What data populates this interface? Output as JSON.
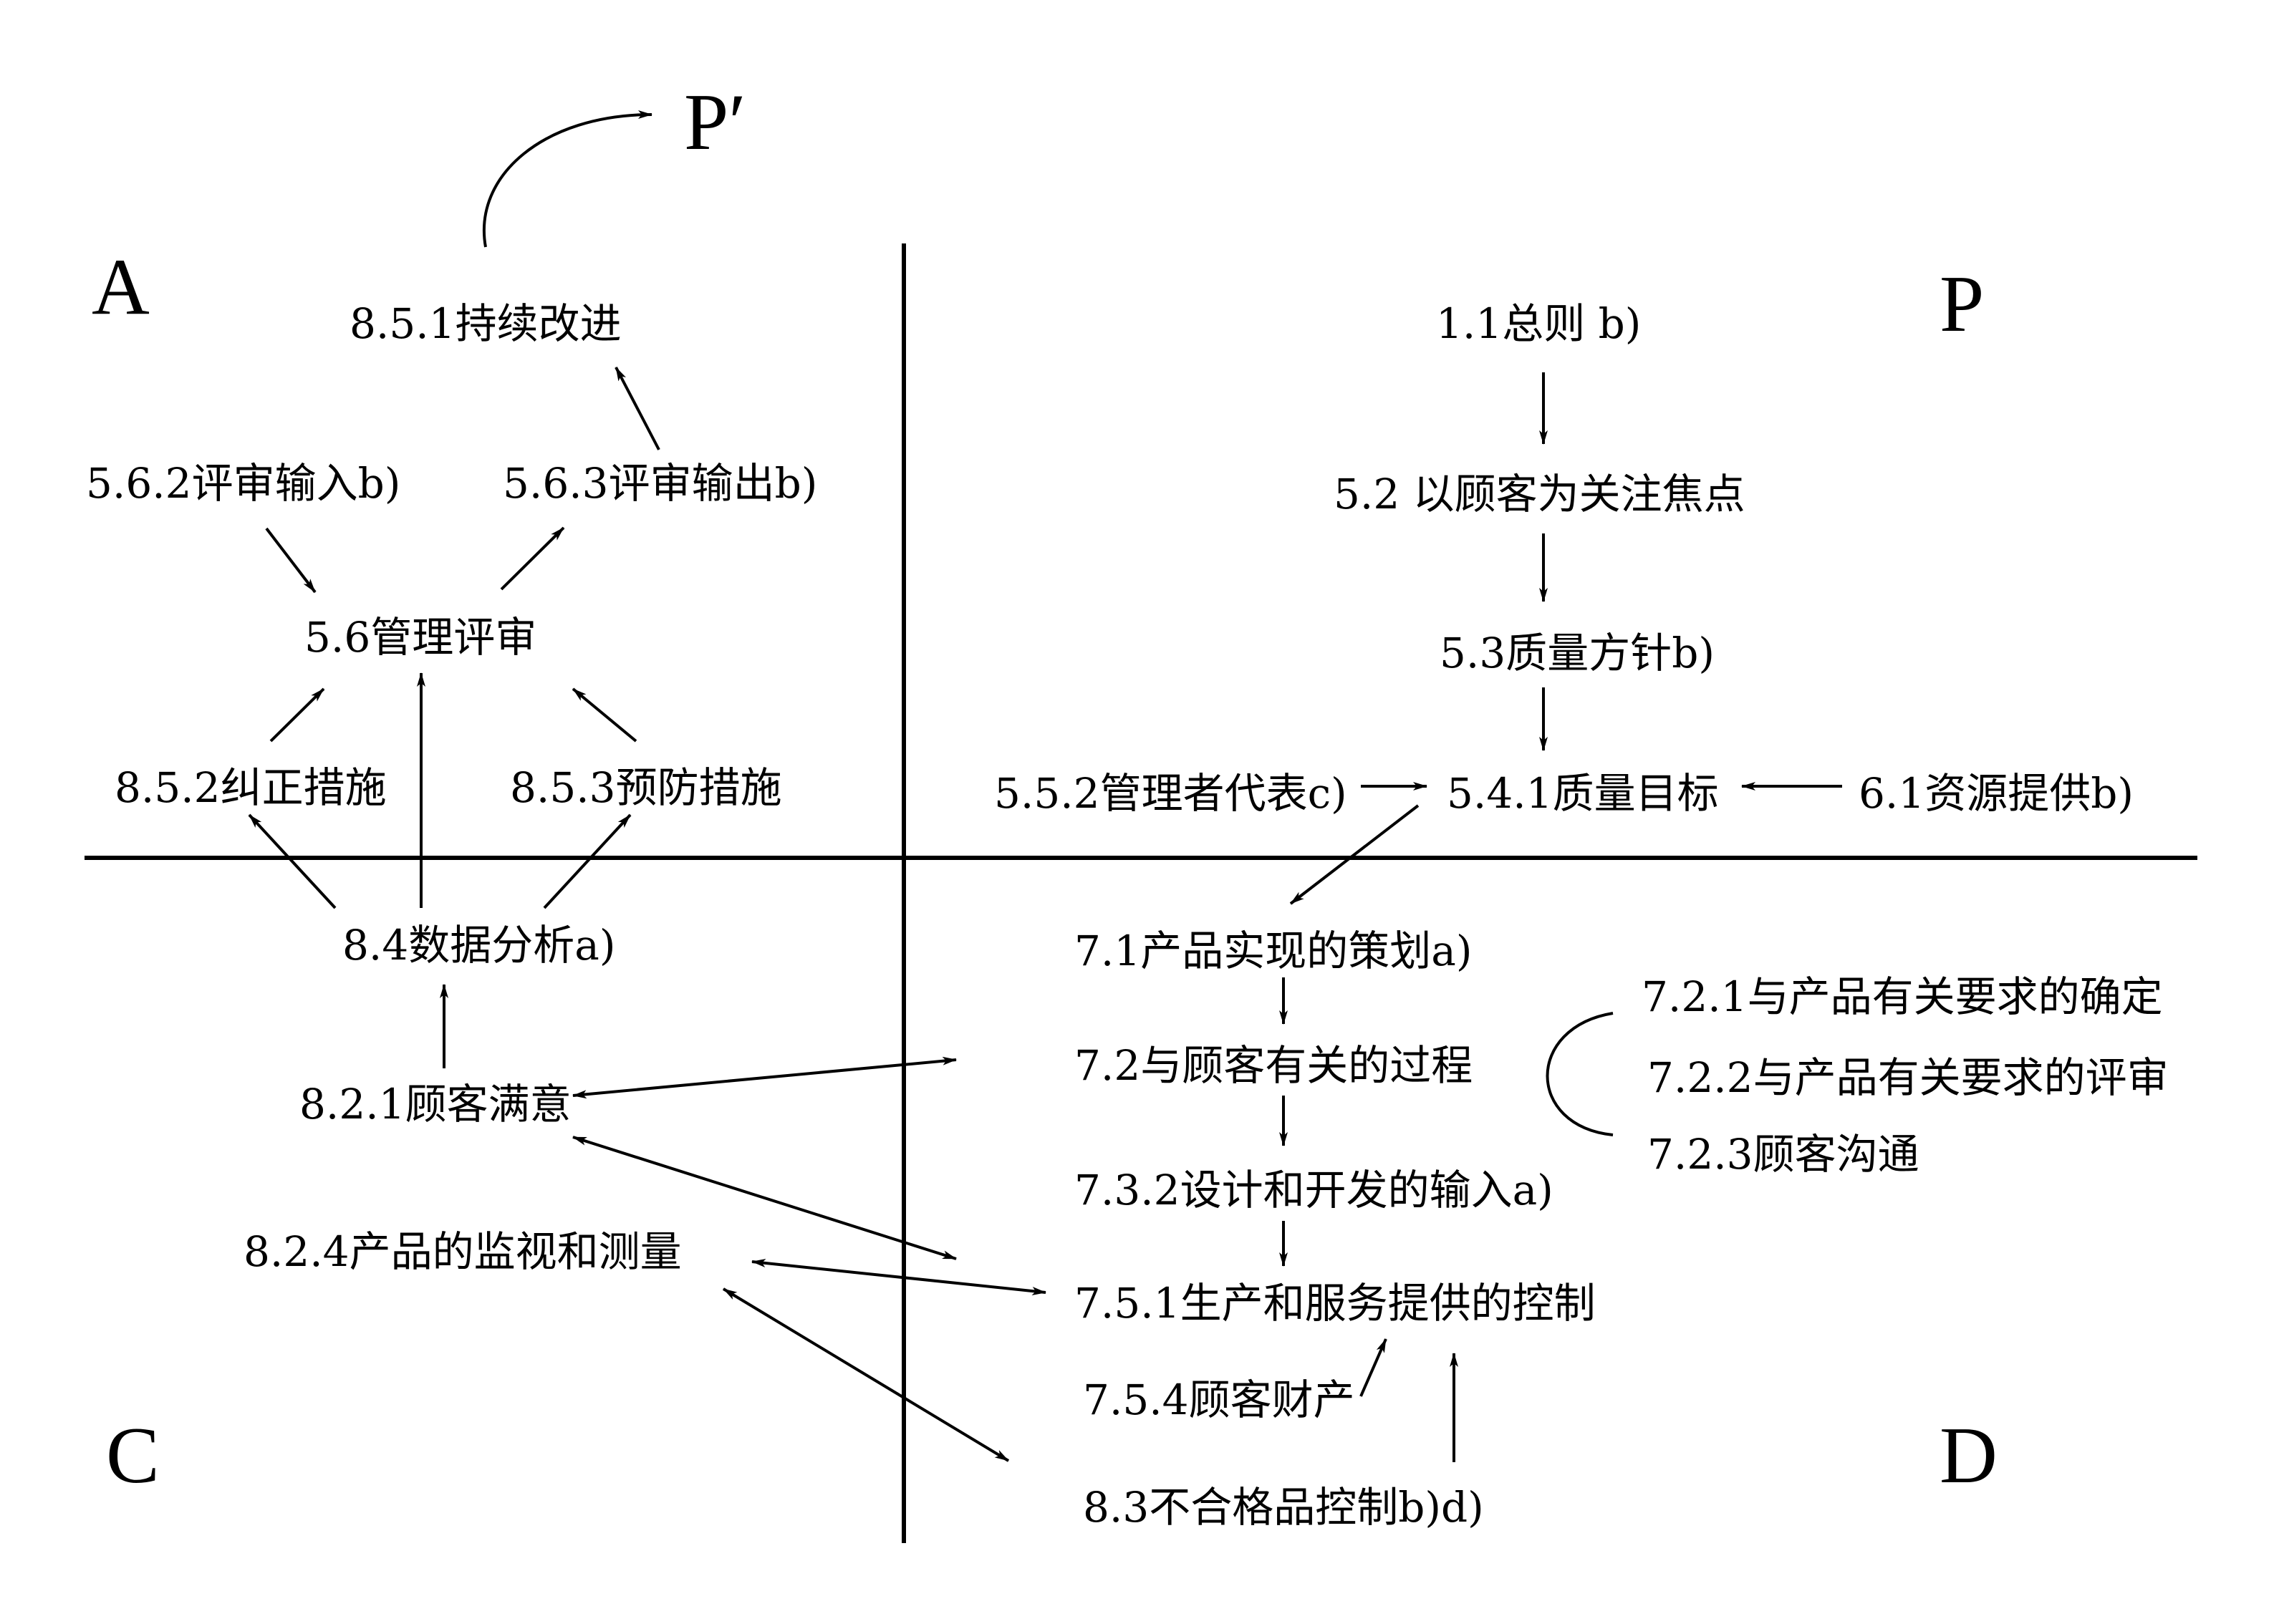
{
  "quadrants": {
    "A": "A",
    "P": "P",
    "C": "C",
    "D": "D",
    "P_prime": "P′"
  },
  "nodes": {
    "n_8_5_1": "8.5.1持续改进",
    "n_5_6_2": "5.6.2评审输入b)",
    "n_5_6_3": "5.6.3评审输出b)",
    "n_5_6": "5.6管理评审",
    "n_8_5_2": "8.5.2纠正措施",
    "n_8_5_3": "8.5.3预防措施",
    "n_8_4": "8.4数据分析a)",
    "n_8_2_1": "8.2.1顾客满意",
    "n_8_2_4": "8.2.4产品的监视和测量",
    "n_1_1": "1.1总则 b)",
    "n_5_2": "5.2 以顾客为关注焦点",
    "n_5_3": "5.3质量方针b)",
    "n_5_5_2": "5.5.2管理者代表c)",
    "n_5_4_1": "5.4.1质量目标",
    "n_6_1": "6.1资源提供b)",
    "n_7_1": "7.1产品实现的策划a)",
    "n_7_2": "7.2与顾客有关的过程",
    "n_7_2_1": "7.2.1与产品有关要求的确定",
    "n_7_2_2": "7.2.2与产品有关要求的评审",
    "n_7_2_3": "7.2.3顾客沟通",
    "n_7_3_2": "7.3.2设计和开发的输入a)",
    "n_7_5_1": "7.5.1生产和服务提供的控制",
    "n_7_5_4": "7.5.4顾客财产",
    "n_8_3": "8.3不合格品控制b)d)"
  },
  "style": {
    "ink_color": "#000000",
    "background_color": "#ffffff"
  }
}
